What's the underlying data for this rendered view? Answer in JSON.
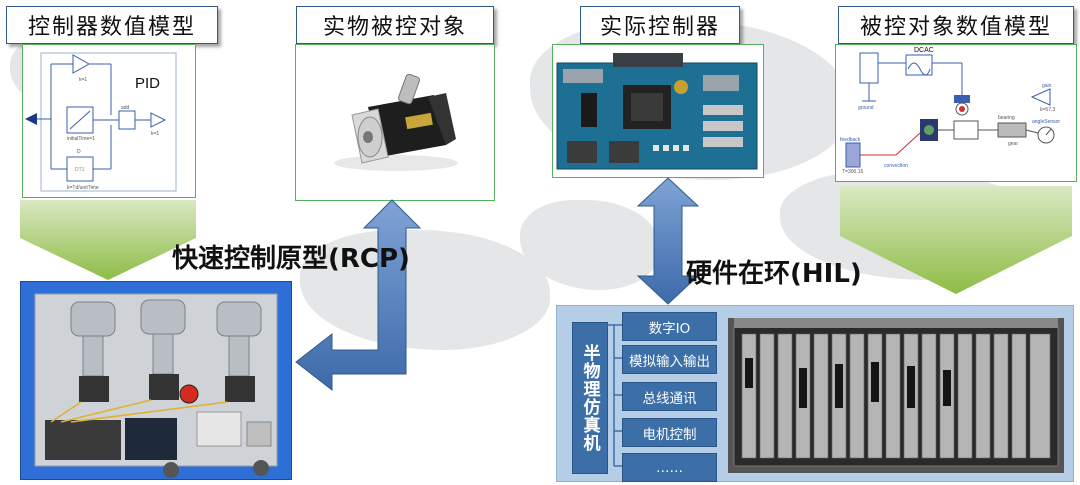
{
  "titles": {
    "controller_model": "控制器数值模型",
    "physical_plant": "实物被控对象",
    "real_controller": "实际控制器",
    "plant_model": "被控对象数值模型"
  },
  "labels": {
    "rcp": "快速控制原型(RCP)",
    "hil": "硬件在环(HIL)"
  },
  "pid_diagram": {
    "title": "PID",
    "blocks": [
      "k=1",
      "initialTime=1",
      "D",
      "DT1",
      "k=Td/unitTime",
      "add",
      "k=1"
    ]
  },
  "plant_diagram": {
    "labels": [
      "DCAC",
      "ground",
      "feedback",
      "T=300.15",
      "convection",
      "bearing",
      "gear",
      "angleSensor",
      "gain",
      "k=57.3"
    ]
  },
  "hil": {
    "side_label": "半物理仿真机",
    "items": [
      "数字IO",
      "模拟输入输出",
      "总线通讯",
      "电机控制",
      "……"
    ]
  },
  "colors": {
    "title_border": "#2f5b8a",
    "frame_border": "#58b05e",
    "funnel_green": "#8ebc46",
    "arrow_blue": "#4a78b8",
    "hil_panel": "#b5cde6",
    "hil_box": "#3c6fa8"
  }
}
